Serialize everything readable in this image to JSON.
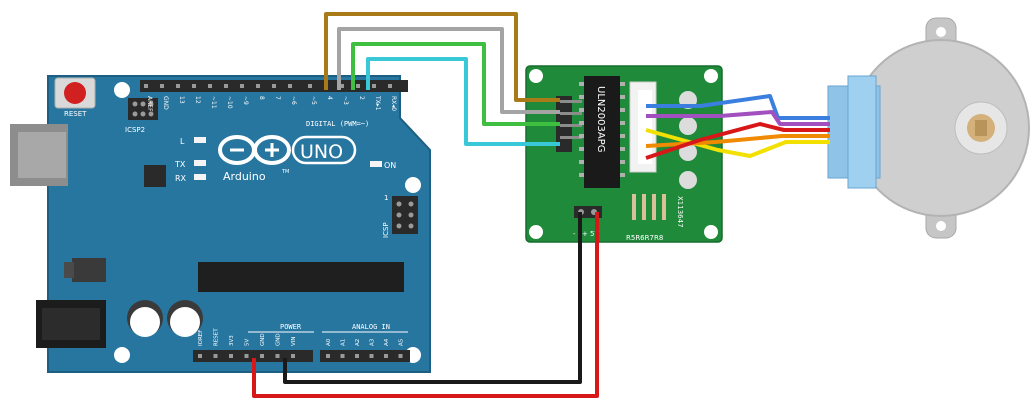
{
  "arduino": {
    "reset_label": "RESET",
    "icsp2_label": "ICSP2",
    "icsp_label": "ICSP",
    "icsp_pin1": "1",
    "led_l": "L",
    "led_tx": "TX",
    "led_rx": "RX",
    "on_label": "ON",
    "uno_label": "UNO",
    "brand_label": "Arduino",
    "tm": "TM",
    "digital_label": "DIGITAL (PWM=~)",
    "digital_pins": [
      "AREF",
      "GND",
      "13",
      "12",
      "~11",
      "~10",
      "~9",
      "8",
      "7",
      "~6",
      "~5",
      "4",
      "~3",
      "2",
      "TX▸1",
      "RX◂0"
    ],
    "power_label": "POWER",
    "analog_label": "ANALOG IN",
    "power_pins": [
      "IOREF",
      "RESET",
      "3V3",
      "5V",
      "GND",
      "GND",
      "VIN"
    ],
    "analog_pins": [
      "A0",
      "A1",
      "A2",
      "A3",
      "A4",
      "A5"
    ]
  },
  "driver": {
    "chip_label": "ULN2003APG",
    "resistors_label": "R5R6R7R8",
    "connector_label": "X113647",
    "power_labels": [
      "-",
      "+",
      "5V"
    ]
  },
  "wire_colors": {
    "brown": "#a87a18",
    "gray": "#a4a4a4",
    "green": "#3fbf3f",
    "cyan": "#38c8d8",
    "black": "#1a1a1a",
    "red": "#d81818",
    "blue": "#3a7fe0",
    "purple": "#a24fbf",
    "yellow": "#f2e000",
    "orange": "#f08a00",
    "board_blue": "#2776a0",
    "driver_green": "#1e8a3a"
  }
}
